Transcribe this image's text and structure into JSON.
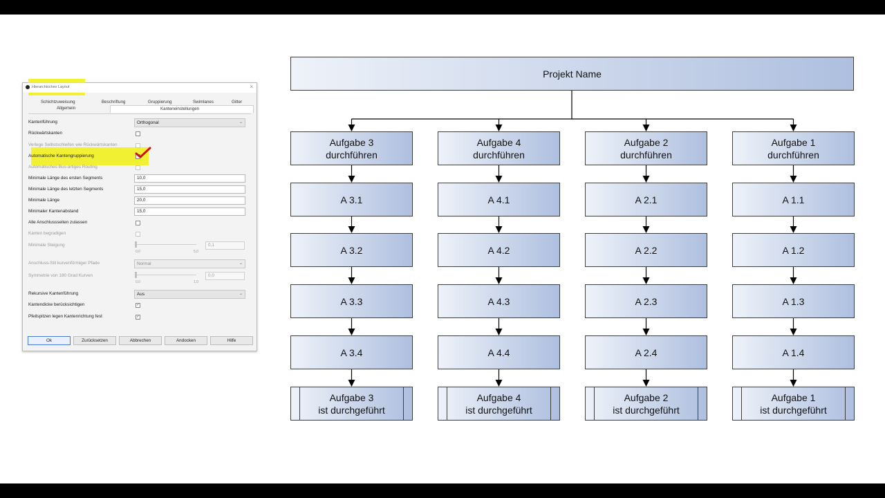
{
  "dialog": {
    "title": "Hierarchisches Layout",
    "close_glyph": "×",
    "tabs_back": [
      "Schichtzuweisung",
      "Beschriftung",
      "Gruppierung",
      "Swimlanes",
      "Gitter"
    ],
    "tabs_front": [
      "Allgemein",
      "Kanteneinstellungen"
    ],
    "rows": {
      "kantenfuehrung": {
        "label": "Kantenführung",
        "value": "Orthogonal"
      },
      "rueckwaertskanten": {
        "label": "Rückwärtskanten"
      },
      "selbstschleifen": {
        "label": "Verlege Selbstschleifen wie Rückwärtskanten"
      },
      "kantengruppierung": {
        "label": "Automatische Kantengruppierung"
      },
      "busrouting": {
        "label": "Automatisches Bus-artiges Routing"
      },
      "min_erstes": {
        "label": "Minimale Länge des ersten Segments",
        "value": "10,0"
      },
      "min_letztes": {
        "label": "Minimale Länge des letzten Segments",
        "value": "15,0"
      },
      "min_laenge": {
        "label": "Minimale Länge",
        "value": "20,0"
      },
      "min_abstand": {
        "label": "Minimaler Kantenabstand",
        "value": "15,0"
      },
      "anschlussseiten": {
        "label": "Alle Anschlussseiten zulassen"
      },
      "begradigen": {
        "label": "Kanten begradigen"
      },
      "steigung": {
        "label": "Minimale Steigung",
        "value": "0,1",
        "tick_min": "0,0",
        "tick_max": "5,0"
      },
      "anschluss_stil": {
        "label": "Anschluss-Stil kurvenförmiger Pfade",
        "value": "Normal"
      },
      "symmetrie": {
        "label": "Symmetrie von 180 Grad Kurven",
        "value": "0,0",
        "tick_min": "0,0",
        "tick_max": "1,0"
      },
      "rekursiv": {
        "label": "Rekursive Kantenführung",
        "value": "Aus"
      },
      "kantendicke": {
        "label": "Kantendicke berücksichtigen",
        "checked": true
      },
      "pfeilspitzen": {
        "label": "Pfeilspitzen legen Kantenrichtung fest",
        "checked": true
      }
    },
    "buttons": {
      "ok": "Ok",
      "reset": "Zurücksetzen",
      "cancel": "Abbrechen",
      "dock": "Andocken",
      "help": "Hilfe"
    },
    "highlight_color": "#f2ef1d",
    "checkmark_color": "#d01010"
  },
  "diagram": {
    "root": "Projekt Name",
    "columns": [
      {
        "header": "Aufgabe 3\ndurchführen",
        "steps": [
          "A 3.1",
          "A 3.2",
          "A 3.3",
          "A 3.4"
        ],
        "end": "Aufgabe 3\nist durchgeführt"
      },
      {
        "header": "Aufgabe 4\ndurchführen",
        "steps": [
          "A 4.1",
          "A 4.2",
          "A 4.3",
          "A 4.4"
        ],
        "end": "Aufgabe 4\nist durchgeführt"
      },
      {
        "header": "Aufgabe 2\ndurchführen",
        "steps": [
          "A 2.1",
          "A 2.2",
          "A 2.3",
          "A 2.4"
        ],
        "end": "Aufgabe 2\nist durchgeführt"
      },
      {
        "header": "Aufgabe 1\ndurchführen",
        "steps": [
          "A 1.1",
          "A 1.2",
          "A 1.3",
          "A 1.4"
        ],
        "end": "Aufgabe 1\nist durchgeführt"
      }
    ],
    "gradient_start": "#eef2f9",
    "gradient_end": "#aebfdf",
    "border_color": "#3d3d3d"
  }
}
